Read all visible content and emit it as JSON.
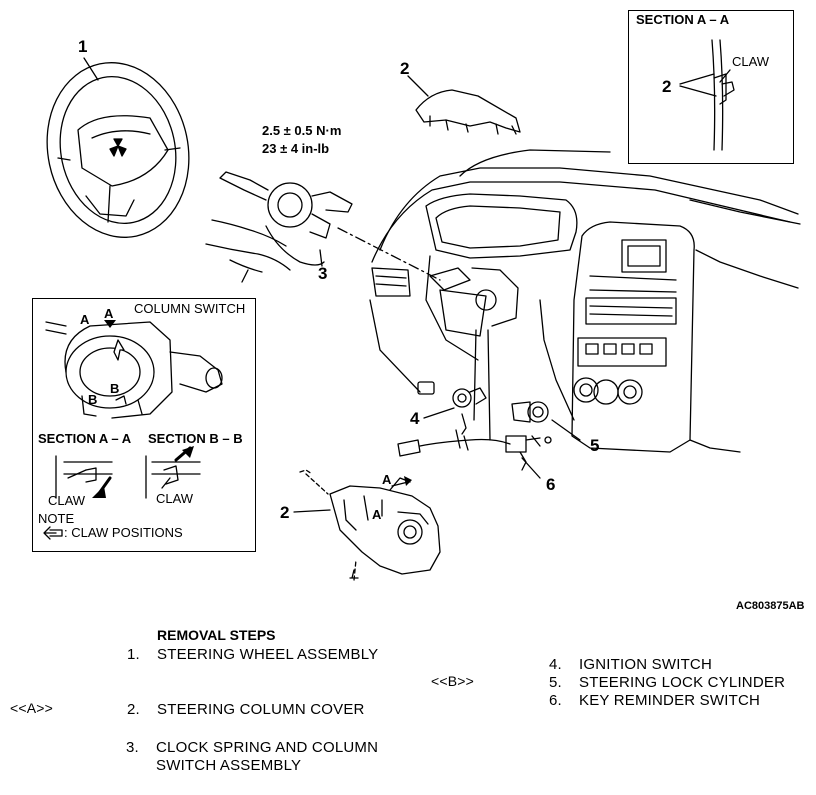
{
  "diagram": {
    "callouts": {
      "steering_wheel": "1",
      "column_cover_top": "2",
      "clock_spring": "3",
      "ignition_switch": "4",
      "lock_cylinder": "5",
      "key_reminder": "6",
      "column_cover_bottom": "2",
      "section_claw": "2"
    },
    "torque": {
      "line1": "2.5 ± 0.5 N·m",
      "line2": "23 ± 4 in-lb"
    },
    "section_box": {
      "title": "SECTION A – A",
      "claw": "CLAW"
    },
    "detail_box": {
      "column_switch": "COLUMN SWITCH",
      "mark_a1": "A",
      "mark_a2": "A",
      "mark_b1": "B",
      "mark_b2": "B",
      "section_aa": "SECTION A – A",
      "section_bb": "SECTION B – B",
      "claw_left": "CLAW",
      "claw_right": "CLAW",
      "note": "NOTE",
      "claw_positions": ": CLAW POSITIONS"
    },
    "cover_marks": {
      "a_arrow": "A",
      "a_inner": "A"
    },
    "figure_id": "AC803875AB"
  },
  "removal": {
    "title": "REMOVAL STEPS",
    "steps": [
      {
        "num": "1.",
        "text": "STEERING WHEEL ASSEMBLY"
      },
      {
        "num": "2.",
        "text": "STEERING COLUMN COVER"
      },
      {
        "num": "3.",
        "text": "CLOCK SPRING AND COLUMN"
      },
      {
        "num": "",
        "text": "SWITCH ASSEMBLY"
      },
      {
        "num": "4.",
        "text": "IGNITION SWITCH"
      },
      {
        "num": "5.",
        "text": "STEERING LOCK CYLINDER"
      },
      {
        "num": "6.",
        "text": "KEY REMINDER SWITCH"
      }
    ],
    "ref_a": "<<A>>",
    "ref_b": "<<B>>"
  }
}
